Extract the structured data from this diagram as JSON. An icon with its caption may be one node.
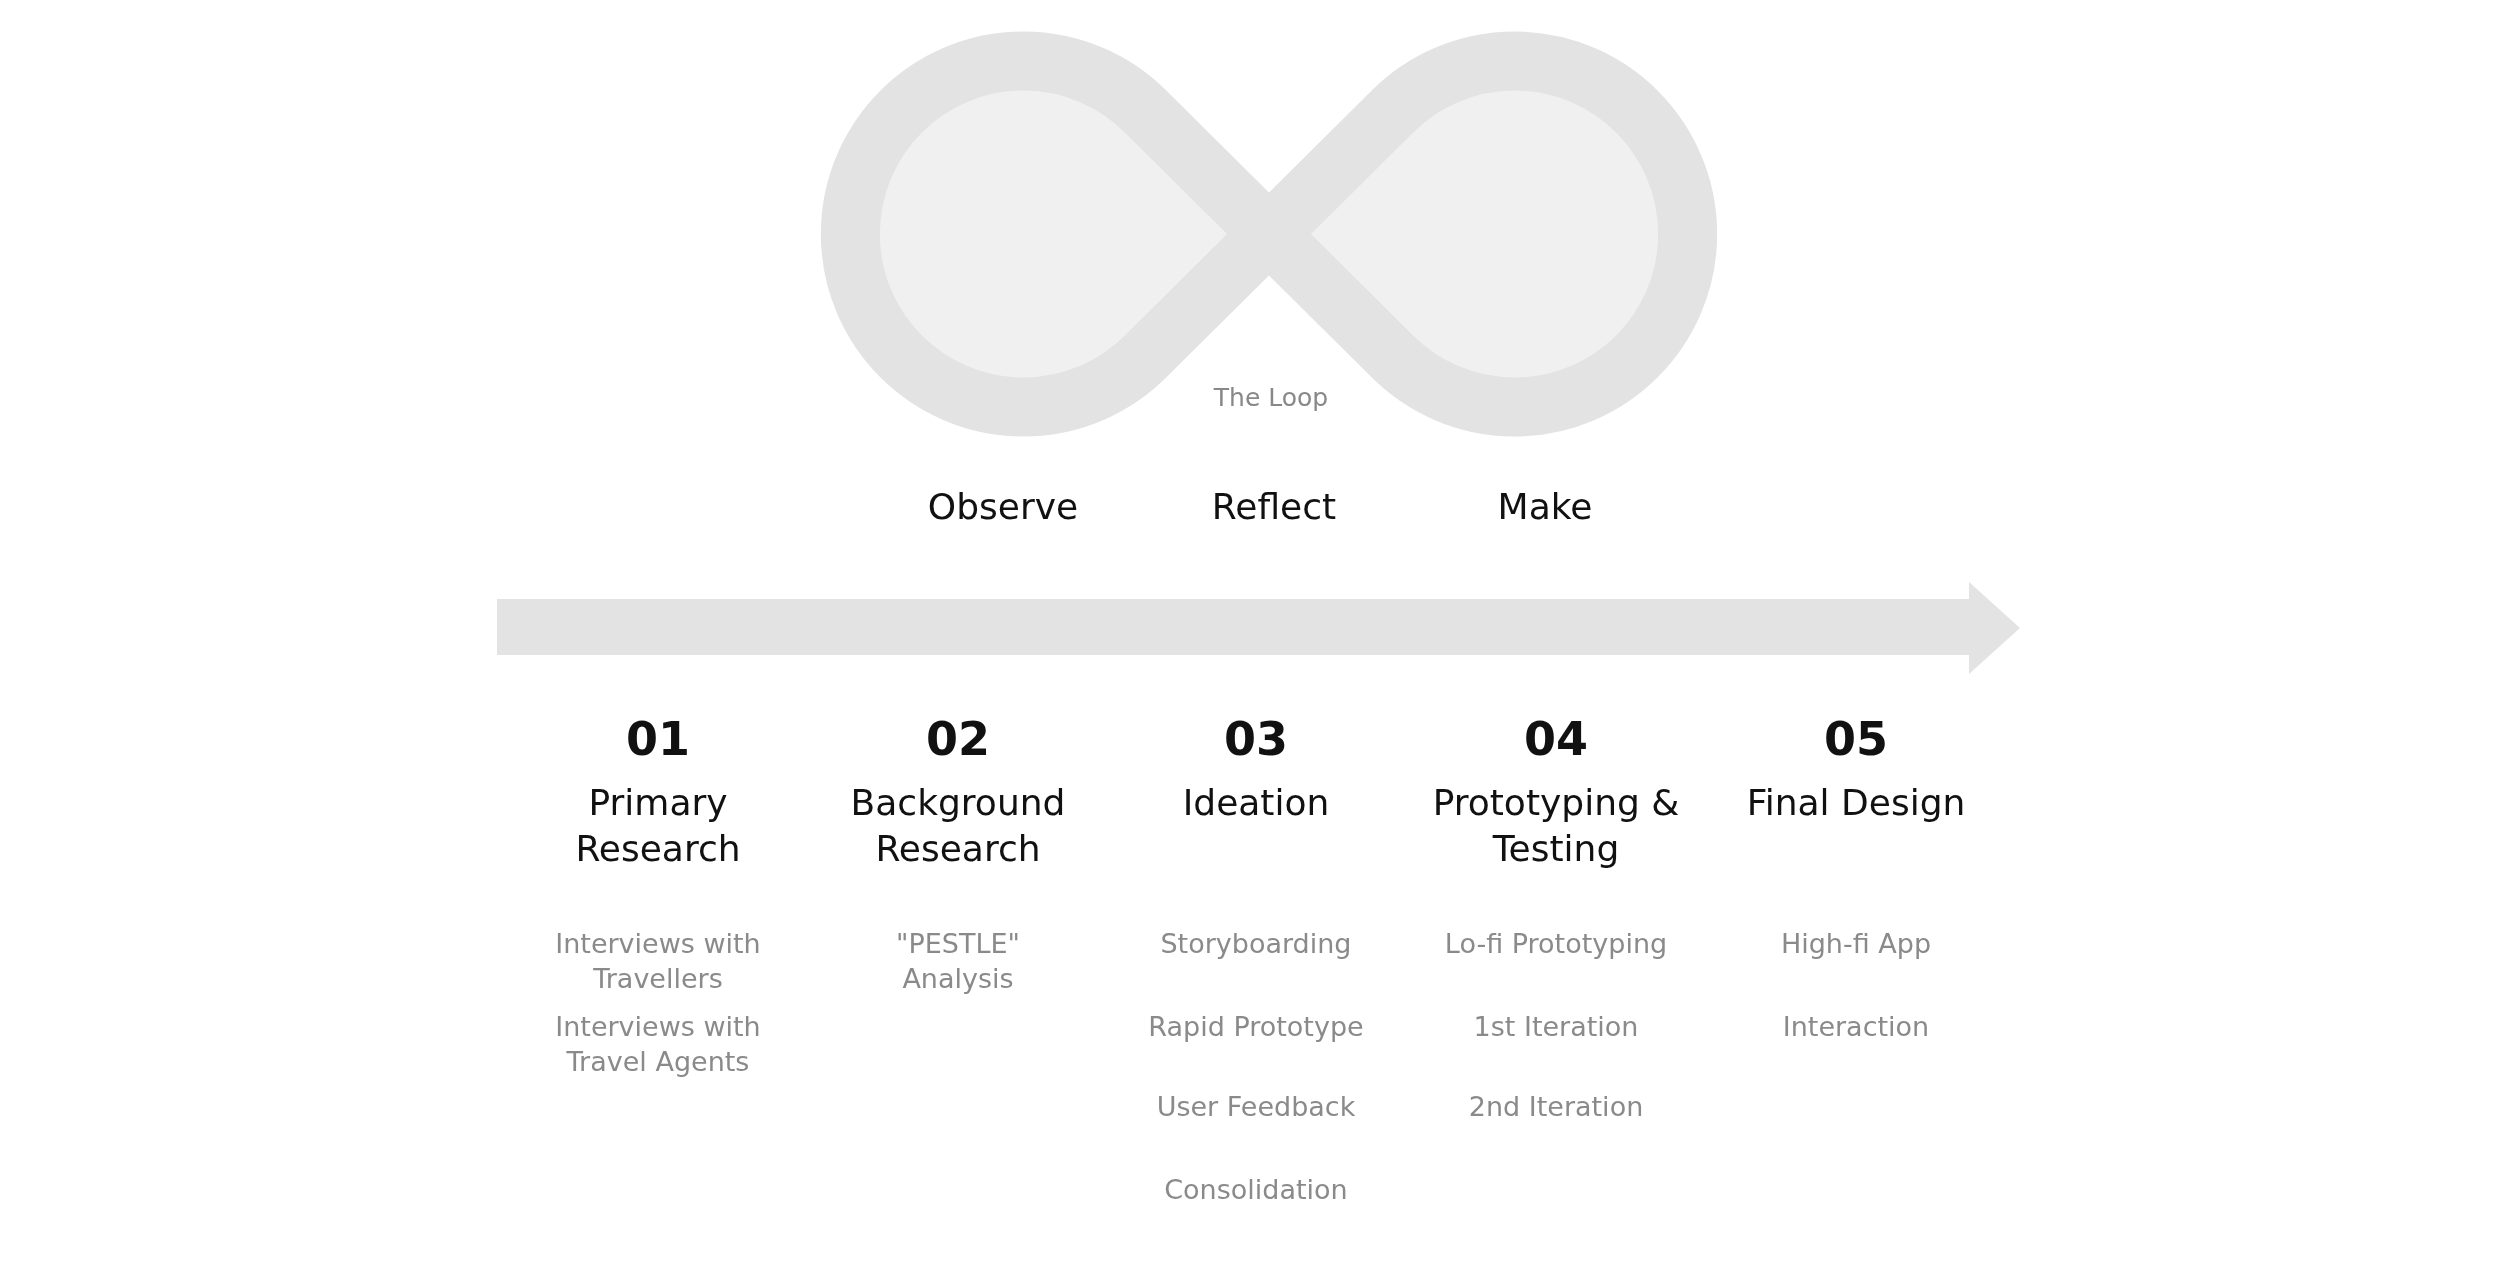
{
  "diagram": {
    "nodes": [
      {
        "text": [
          "The Loop"
        ]
      }
    ],
    "labels": [
      "Observe",
      "Reflect",
      "Make",
      "01",
      "Primary Research",
      "Interviews with Travellers",
      "Interviews with Travel Agents",
      "02",
      "Background Research",
      "\"PESTLE\" Analysis",
      "03",
      "Ideation",
      "Storyboarding",
      "Rapid Prototype",
      "User Feedback",
      "Consolidation",
      "04",
      "Prototyping & Testing",
      "Lo-fi Prototyping",
      "1st Iteration",
      "2nd Iteration",
      "05",
      "Final Design",
      "High-fi App",
      "Interaction"
    ]
  }
}
